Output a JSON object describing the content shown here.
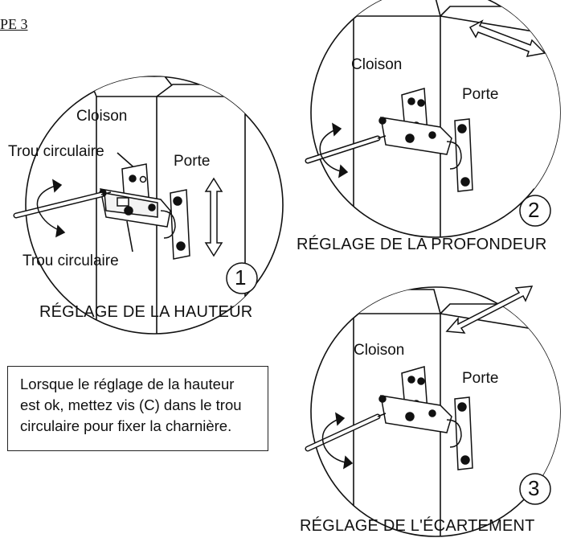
{
  "step_label": "PE 3",
  "panel1": {
    "cloison": "Cloison",
    "porte": "Porte",
    "trou_top": "Trou circulaire",
    "trou_bottom": "Trou circulaire",
    "number": "1",
    "caption": "RÉGLAGE DE LA HAUTEUR"
  },
  "panel2": {
    "cloison": "Cloison",
    "porte": "Porte",
    "number": "2",
    "caption": "RÉGLAGE DE LA PROFONDEUR"
  },
  "panel3": {
    "cloison": "Cloison",
    "porte": "Porte",
    "number": "3",
    "caption": "RÉGLAGE DE L'ÉCARTEMENT"
  },
  "note": {
    "lines": [
      "Lorsque le réglage de la hauteur",
      "est ok, mettez vis (C) dans le trou",
      "circulaire pour fixer la charnière."
    ]
  }
}
